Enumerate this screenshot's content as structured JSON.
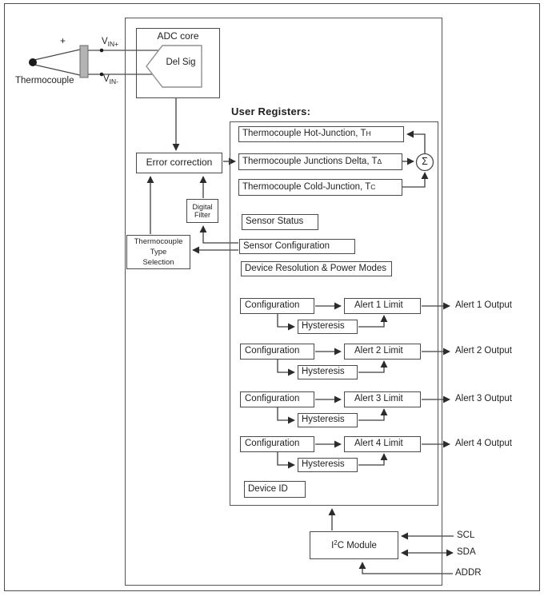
{
  "colors": {
    "border": "#4a4a4a",
    "text": "#1f1f1f",
    "block_fill": "#b3b3b3"
  },
  "left_input": {
    "thermocouple_label": "Thermocouple",
    "plus_sign": "+",
    "vin_plus": {
      "base": "V",
      "sub": "IN+"
    },
    "vin_minus": {
      "base": "V",
      "sub": "IN-"
    }
  },
  "adc": {
    "title": "ADC core",
    "core_label": "Del Sig"
  },
  "processing": {
    "error_correction": "Error correction",
    "digital_filter": {
      "line1": "Digital",
      "line2": "Filter"
    },
    "type_selection": {
      "line1": "Thermocouple",
      "line2": "Type",
      "line3": "Selection"
    }
  },
  "user_registers": {
    "heading": "User Registers:",
    "hot": {
      "base": "Thermocouple Hot-Junction, T",
      "sub": "H"
    },
    "delta": {
      "base": "Thermocouple Junctions Delta, T",
      "sub": "Δ"
    },
    "cold": {
      "base": "Thermocouple Cold-Junction, T",
      "sub": "C"
    },
    "sigma": "Σ",
    "sensor_status": "Sensor Status",
    "sensor_configuration": "Sensor Configuration",
    "device_resolution": "Device Resolution & Power Modes",
    "device_id": "Device ID"
  },
  "alerts": [
    {
      "configuration": "Configuration",
      "limit": "Alert 1 Limit",
      "hysteresis": "Hysteresis",
      "output": "Alert 1 Output"
    },
    {
      "configuration": "Configuration",
      "limit": "Alert 2 Limit",
      "hysteresis": "Hysteresis",
      "output": "Alert 2 Output"
    },
    {
      "configuration": "Configuration",
      "limit": "Alert 3 Limit",
      "hysteresis": "Hysteresis",
      "output": "Alert 3 Output"
    },
    {
      "configuration": "Configuration",
      "limit": "Alert 4 Limit",
      "hysteresis": "Hysteresis",
      "output": "Alert 4 Output"
    }
  ],
  "i2c": {
    "base": "I",
    "sup": "2",
    "rest": "C Module"
  },
  "pins": {
    "scl": "SCL",
    "sda": "SDA",
    "addr": "ADDR"
  }
}
